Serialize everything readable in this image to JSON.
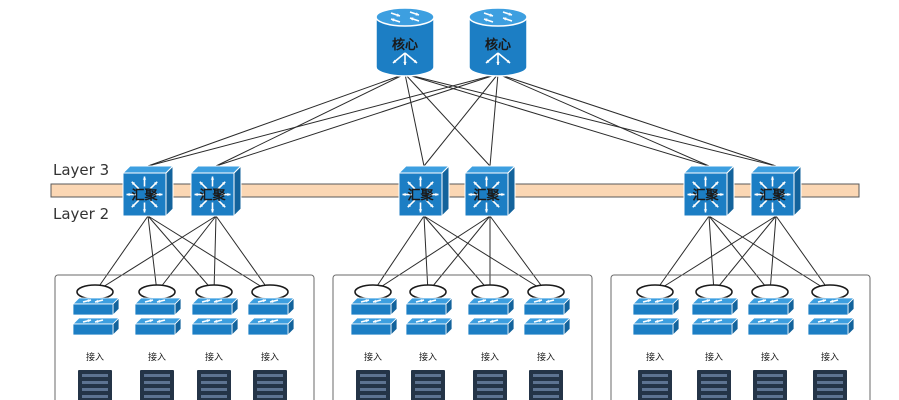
{
  "layers": {
    "layer3": "Layer 3",
    "layer2": "Layer 2"
  },
  "labels": {
    "core": "核心",
    "aggregation": "汇聚",
    "access": "接入"
  },
  "colors": {
    "device_blue": "#1c7ec4",
    "device_blue_top": "#3d9fe0",
    "band": "#fbd7b4",
    "band_border": "#5a5a5a",
    "server": "#243447",
    "link": "#2b2b2b"
  },
  "topology": {
    "core_nodes": [
      "core-1",
      "core-2"
    ],
    "pods": [
      {
        "pod": 1,
        "aggregation": 2,
        "access": 4
      },
      {
        "pod": 2,
        "aggregation": 2,
        "access": 4
      },
      {
        "pod": 3,
        "aggregation": 2,
        "access": 4
      }
    ]
  }
}
